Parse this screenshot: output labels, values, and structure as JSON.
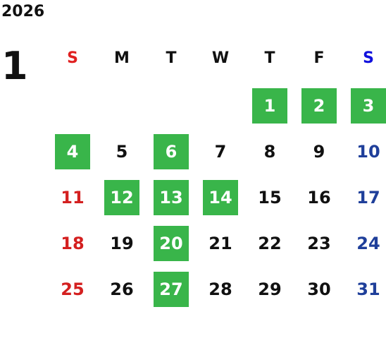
{
  "calendar": {
    "year": "2026",
    "month": "1",
    "weekdays": [
      "S",
      "M",
      "T",
      "W",
      "T",
      "F",
      "S"
    ],
    "first_weekday_index": 4,
    "days": [
      "1",
      "2",
      "3",
      "4",
      "5",
      "6",
      "7",
      "8",
      "9",
      "10",
      "11",
      "12",
      "13",
      "14",
      "15",
      "16",
      "17",
      "18",
      "19",
      "20",
      "21",
      "22",
      "23",
      "24",
      "25",
      "26",
      "27",
      "28",
      "29",
      "30",
      "31"
    ],
    "highlighted_days": [
      "1",
      "2",
      "3",
      "4",
      "6",
      "12",
      "13",
      "14",
      "20",
      "27"
    ],
    "colors": {
      "highlight": "#39b54a",
      "sunday_header": "#e02020",
      "saturday_header": "#1010dd",
      "sunday_day": "#d42020",
      "saturday_day": "#1f3f9a",
      "default_text": "#111111"
    }
  }
}
